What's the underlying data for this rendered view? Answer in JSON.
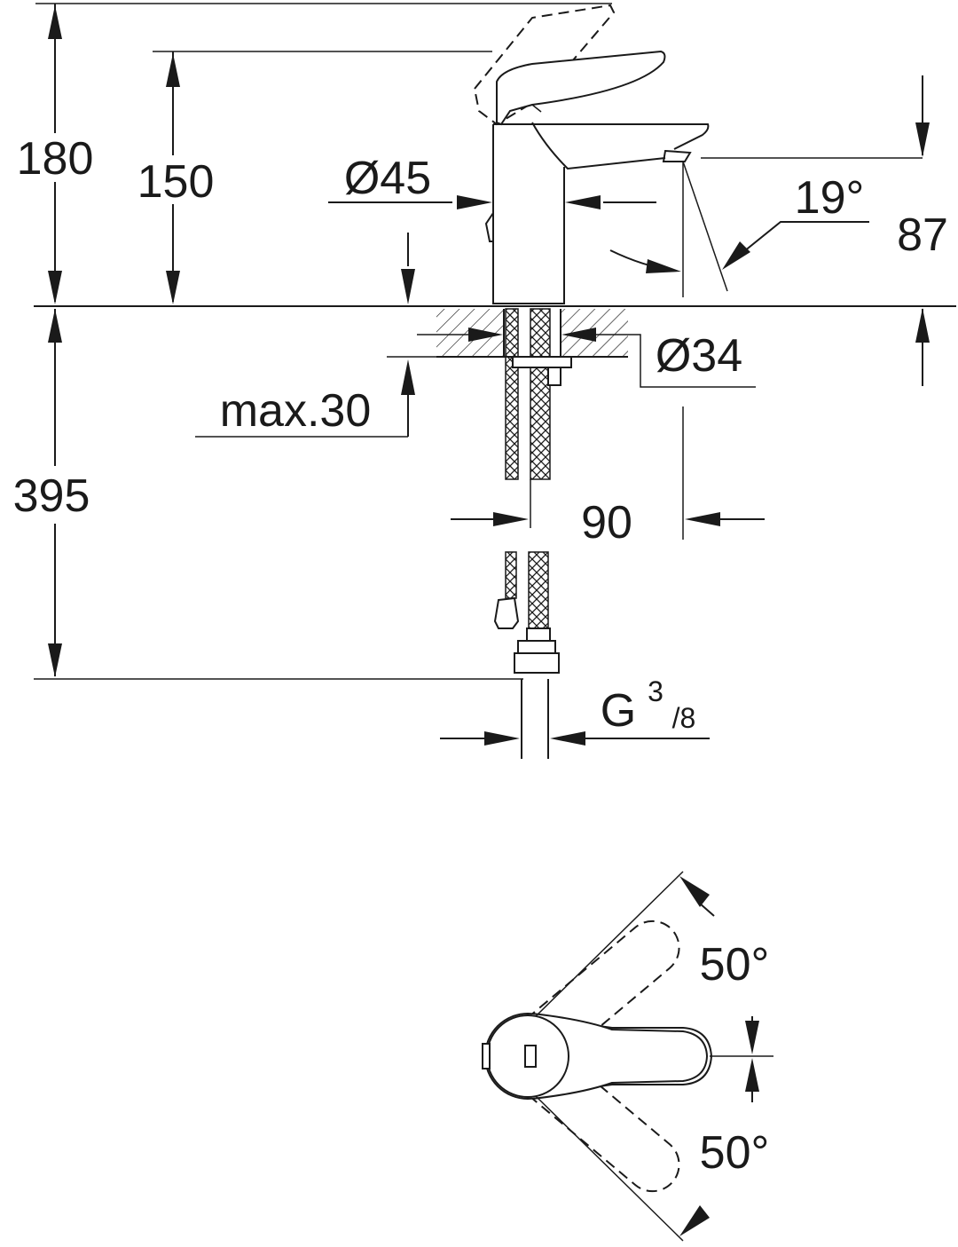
{
  "labels": {
    "height_total": "180",
    "height_spout": "150",
    "body_diameter": "Ø45",
    "spout_angle": "19°",
    "spout_reach": "87",
    "hole_diameter": "Ø34",
    "max_thickness": "max.30",
    "hose_length": "395",
    "hose_offset": "90",
    "connection_thread_main": "G",
    "connection_thread_num": "3",
    "connection_thread_den": "/8",
    "lever_angle_top": "50°",
    "lever_angle_bottom": "50°"
  },
  "colors": {
    "line": "#1a1a1a",
    "background": "#ffffff"
  }
}
